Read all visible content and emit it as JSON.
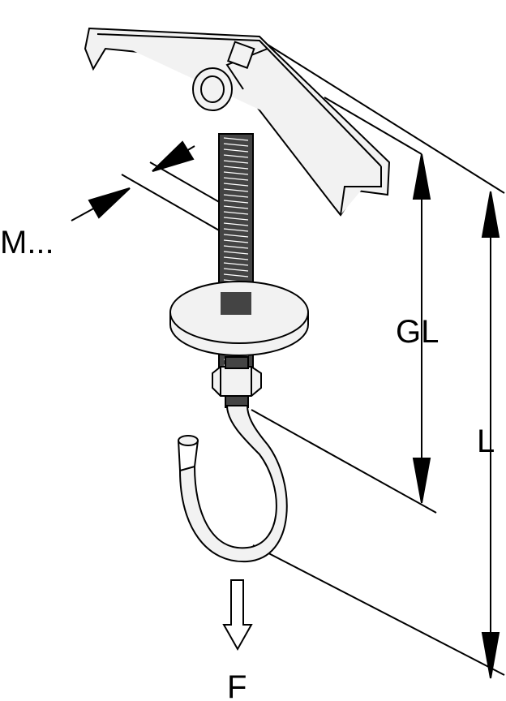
{
  "labels": {
    "thread_size": "M...",
    "grip_length": "GL",
    "length": "L",
    "force": "F"
  },
  "colors": {
    "line": "#000000",
    "background": "#ffffff",
    "metal_fill": "#f2f2f2"
  }
}
